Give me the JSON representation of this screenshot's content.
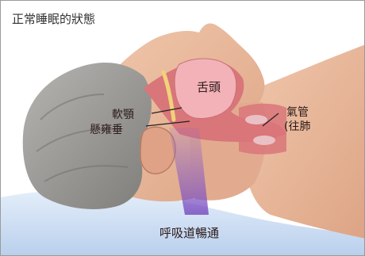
{
  "diagram": {
    "title": "正常睡眠的狀態",
    "labels": {
      "tongue": "舌頭",
      "soft_palate": "軟顎",
      "uvula": "懸雍垂",
      "trachea": "氣管",
      "to_lungs": "(往肺",
      "airway": "呼吸道暢通"
    },
    "colors": {
      "skin": "#e8b899",
      "skin_shadow": "#c98f75",
      "hair": "#9c9a97",
      "pillow": "#cfe0f4",
      "tissue": "#d9767a",
      "tongue": "#f2b2b8",
      "airway_highlight": "#8f63c9"
    }
  }
}
